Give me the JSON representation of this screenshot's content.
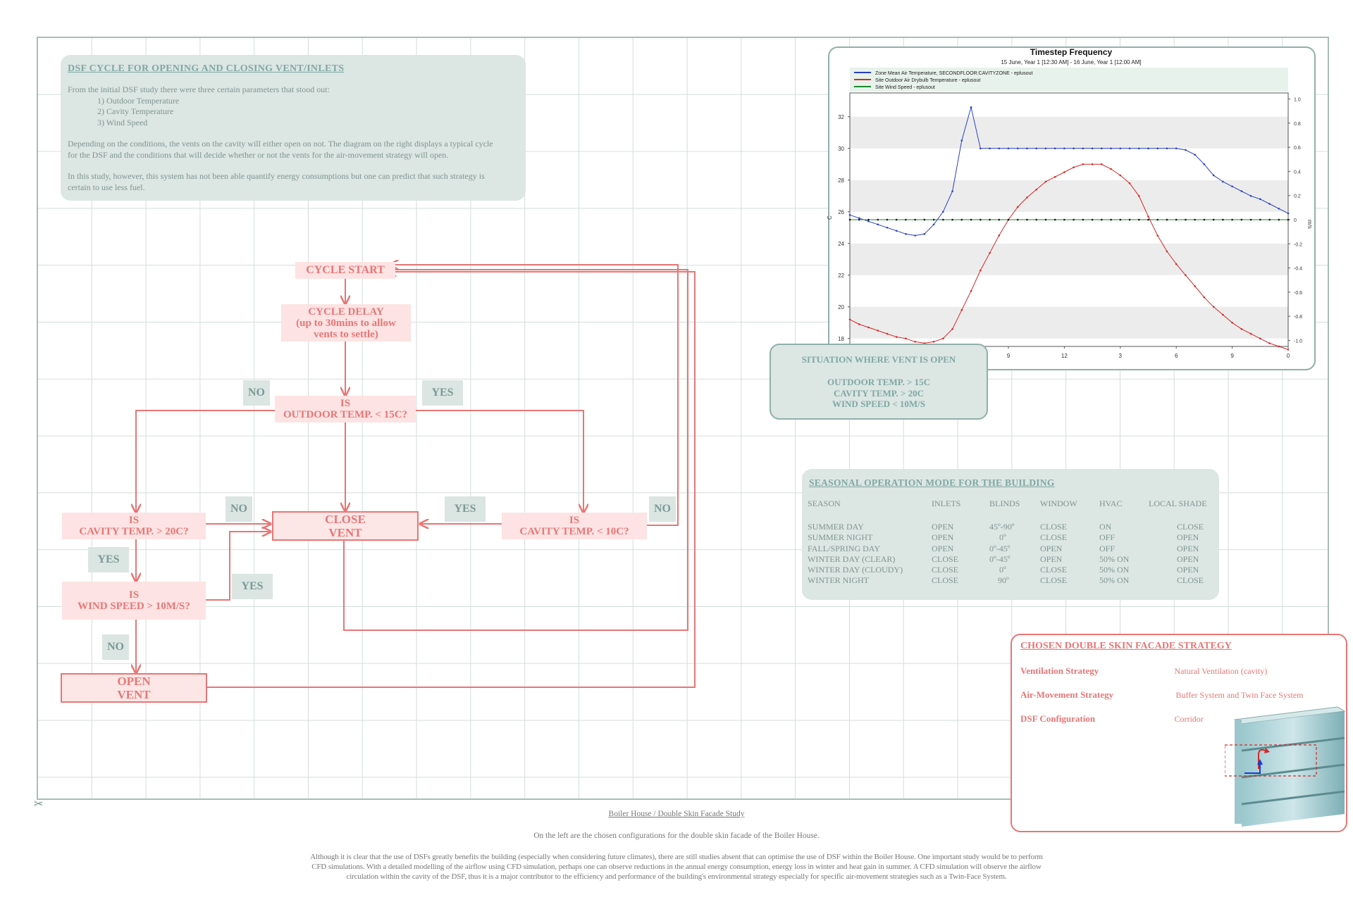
{
  "dsf_panel": {
    "title": "DSF CYCLE FOR OPENING AND CLOSING VENT/INLETS",
    "intro": "From the initial DSF study there were three certain parameters that stood out:",
    "params": [
      "1) Outdoor Temperature",
      "2) Cavity Temperature",
      "3) Wind Speed"
    ],
    "para2_l1": "Depending on the conditions, the vents on the cavity will either open on not. The diagram on the right displays a typical cycle",
    "para2_l2": "for the DSF and the conditions that will decide whether or not the vents for the air-movement strategy will open.",
    "para3_l1": "In this study, however, this system has not been able quantify energy consumptions but one can predict that such strategy is",
    "para3_l2": "certain to use less fuel."
  },
  "flowchart": {
    "cycle_start": "CYCLE START",
    "cycle_delay_l1": "CYCLE DELAY",
    "cycle_delay_l2": "(up to 30mins to allow",
    "cycle_delay_l3": "vents to settle)",
    "outdoor_q_l1": "IS",
    "outdoor_q_l2": "OUTDOOR TEMP. < 15C?",
    "cavity20_l1": "IS",
    "cavity20_l2": "CAVITY TEMP. > 20C?",
    "cavity10_l1": "IS",
    "cavity10_l2": "CAVITY TEMP. < 10C?",
    "wind_l1": "IS",
    "wind_l2": "WIND SPEED > 10M/S?",
    "close_l1": "CLOSE",
    "close_l2": "VENT",
    "open_l1": "OPEN",
    "open_l2": "VENT",
    "no": "NO",
    "yes": "YES"
  },
  "situation": {
    "title": "SITUATION WHERE VENT IS OPEN",
    "l1": "OUTDOOR TEMP. > 15C",
    "l2": "CAVITY TEMP. > 20C",
    "l3": "WIND SPEED < 10M/S"
  },
  "chart_data": {
    "type": "line",
    "title": "Timestep Frequency",
    "subtitle": "15 June, Year 1 [12:30 AM] - 16 June, Year 1 [12:00 AM]",
    "ylabel": "C",
    "y2label": "m/s",
    "ylim": [
      17.5,
      33.5
    ],
    "y2lim": [
      -1.05,
      1.05
    ],
    "yticks": [
      18,
      20,
      22,
      24,
      26,
      28,
      30,
      32
    ],
    "y2ticks": [
      -1.0,
      -0.8,
      -0.6,
      -0.4,
      -0.2,
      0,
      0.2,
      0.4,
      0.6,
      0.8,
      1.0
    ],
    "xticks": [
      {
        "t": 9,
        "label": "9"
      },
      {
        "t": 12,
        "label": "12"
      },
      {
        "t": 15,
        "label": "3"
      },
      {
        "t": 18,
        "label": "6"
      },
      {
        "t": 21,
        "label": "9"
      },
      {
        "t": 24,
        "label": "0"
      }
    ],
    "xlim": [
      0.5,
      24
    ],
    "colors": {
      "zone": "#2a3fc0",
      "outdoor": "#d42828",
      "wind": "#1a8a2a"
    },
    "series": [
      {
        "name": "Zone Mean Air Temperature, SECONDFLOOR:CAVITYZONE - eplusout",
        "axis": "left",
        "x": [
          0.5,
          1,
          1.5,
          2,
          2.5,
          3,
          3.5,
          4,
          4.5,
          5,
          5.5,
          6,
          6.5,
          7,
          7.5,
          8,
          8.5,
          9,
          9.5,
          10,
          10.5,
          11,
          11.5,
          12,
          12.5,
          13,
          13.5,
          14,
          14.5,
          15,
          15.5,
          16,
          16.5,
          17,
          17.5,
          18,
          18.5,
          19,
          19.5,
          20,
          20.5,
          21,
          21.5,
          22,
          22.5,
          23,
          23.5,
          24
        ],
        "values": [
          25.8,
          25.6,
          25.4,
          25.2,
          25.0,
          24.8,
          24.6,
          24.5,
          24.6,
          25.2,
          26.0,
          27.3,
          30.5,
          32.6,
          30.0,
          30.0,
          30.0,
          30.0,
          30.0,
          30.0,
          30.0,
          30.0,
          30.0,
          30.0,
          30.0,
          30.0,
          30.0,
          30.0,
          30.0,
          30.0,
          30.0,
          30.0,
          30.0,
          30.0,
          30.0,
          30.0,
          29.9,
          29.6,
          29.0,
          28.3,
          27.9,
          27.6,
          27.3,
          27.0,
          26.8,
          26.5,
          26.2,
          25.9
        ]
      },
      {
        "name": "Site Outdoor Air Drybulb Temperature - eplusout",
        "axis": "left",
        "x": [
          0.5,
          1,
          1.5,
          2,
          2.5,
          3,
          3.5,
          4,
          4.5,
          5,
          5.5,
          6,
          6.5,
          7,
          7.5,
          8,
          8.5,
          9,
          9.5,
          10,
          10.5,
          11,
          11.5,
          12,
          12.5,
          13,
          13.5,
          14,
          14.5,
          15,
          15.5,
          16,
          16.5,
          17,
          17.5,
          18,
          18.5,
          19,
          19.5,
          20,
          20.5,
          21,
          21.5,
          22,
          22.5,
          23,
          23.5,
          24
        ],
        "values": [
          19.2,
          18.9,
          18.7,
          18.5,
          18.3,
          18.1,
          18.0,
          17.8,
          17.7,
          17.8,
          18.0,
          18.6,
          19.8,
          21.0,
          22.3,
          23.4,
          24.5,
          25.5,
          26.3,
          26.9,
          27.4,
          27.9,
          28.2,
          28.5,
          28.8,
          29.0,
          29.0,
          29.0,
          28.7,
          28.3,
          27.8,
          27.0,
          25.7,
          24.5,
          23.5,
          22.7,
          22.0,
          21.3,
          20.6,
          20.0,
          19.5,
          19.0,
          18.6,
          18.3,
          18.0,
          17.7,
          17.5,
          17.3
        ]
      },
      {
        "name": "Site Wind Speed - eplusout",
        "axis": "right",
        "x": [
          0.5,
          24
        ],
        "values": [
          0,
          0
        ]
      }
    ]
  },
  "seasonal": {
    "title": "SEASONAL OPERATION MODE FOR THE BUILDING",
    "headers": [
      "SEASON",
      "INLETS",
      "BLINDS",
      "WINDOW",
      "HVAC",
      "LOCAL SHADE"
    ],
    "rows": [
      [
        "SUMMER DAY",
        "OPEN",
        "45º-90º",
        "CLOSE",
        "ON",
        "CLOSE"
      ],
      [
        "SUMMER NIGHT",
        "OPEN",
        "0º",
        "CLOSE",
        "OFF",
        "OPEN"
      ],
      [
        "FALL/SPRING DAY",
        "OPEN",
        "0º-45º",
        "OPEN",
        "OFF",
        "OPEN"
      ],
      [
        "WINTER DAY (CLEAR)",
        "CLOSE",
        "0º-45º",
        "OPEN",
        "50% ON",
        "OPEN"
      ],
      [
        "WINTER DAY (CLOUDY)",
        "CLOSE",
        "0º",
        "CLOSE",
        "50% ON",
        "OPEN"
      ],
      [
        "WINTER NIGHT",
        "CLOSE",
        "90º",
        "CLOSE",
        "50% ON",
        "CLOSE"
      ]
    ]
  },
  "strategy": {
    "title": "CHOSEN DOUBLE SKIN FACADE STRATEGY",
    "rows": [
      {
        "label": "Ventilation Strategy",
        "value": "Natural Ventilation (cavity)"
      },
      {
        "label": "Air-Movement Strategy",
        "value": "Buffer System and Twin Face System"
      },
      {
        "label": "DSF Configuration",
        "value": "Corridor"
      }
    ]
  },
  "footer": {
    "caption": "Boiler House / Double Skin Facade Study",
    "line1": "On the left are the chosen configurations for the double skin facade of the Boiler House.",
    "p1": "Although it is clear that the use of DSFs greatly benefits the building (especially when considering future climates), there are still studies absent that can optimise the use of DSF within the Boiler House. One important study would be to perform",
    "p2": "CFD simulations. With a detailed modelling of the airflow using CFD simulation, perhaps one can observe reductions in the annual energy consumption, energy loss in winter and heat gain in summer. A CFD simulation will observe the airflow",
    "p3": "circulation within the cavity of the DSF, thus it is a major contributor to the efficiency and performance of the building's environmental strategy especially for specific air-movement strategies such as a Twin-Face System."
  }
}
